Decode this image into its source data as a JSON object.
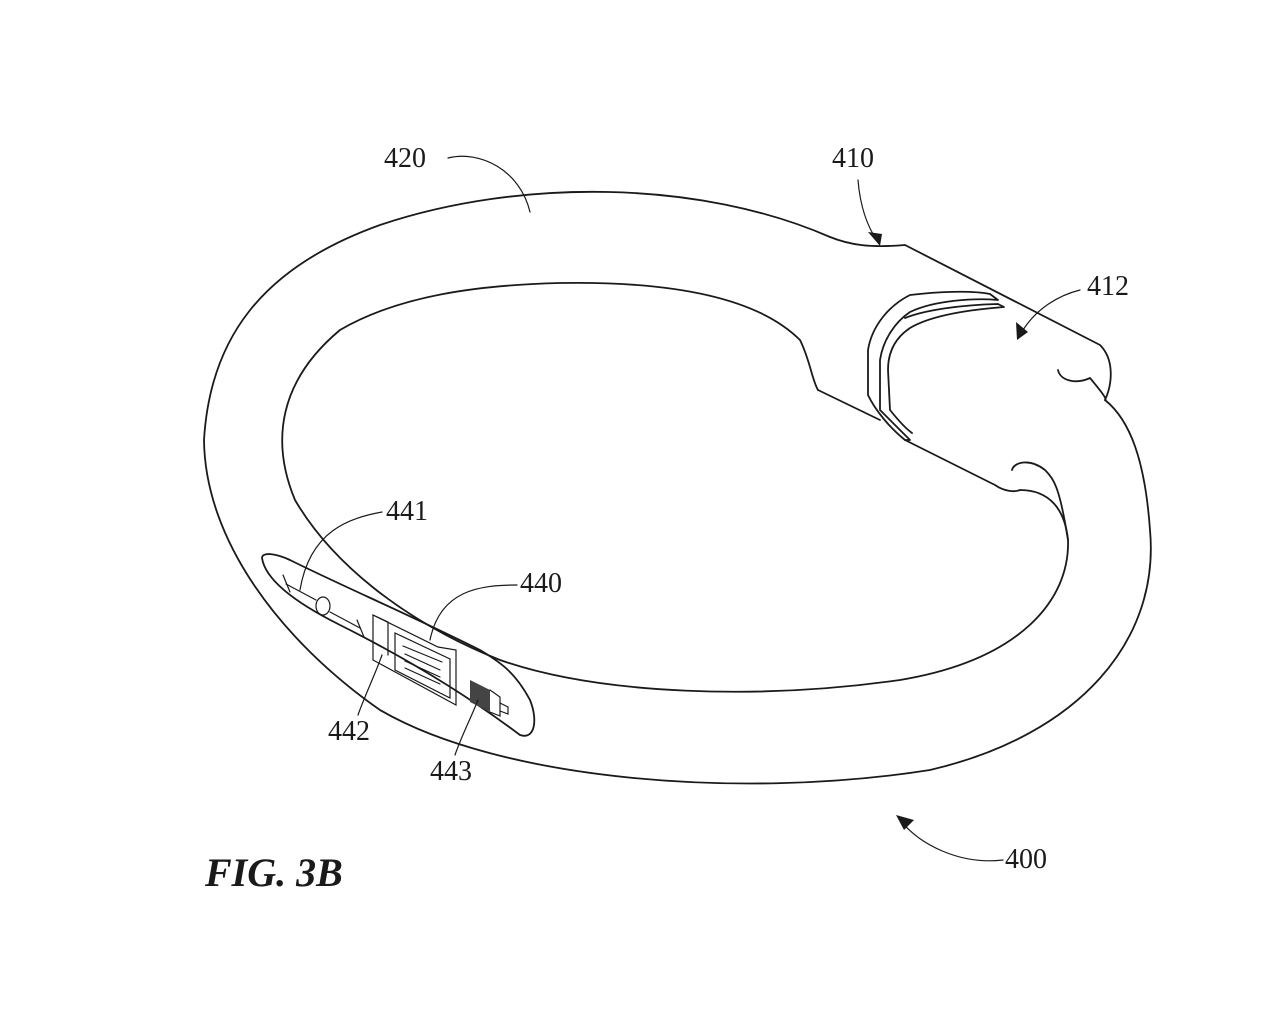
{
  "figure": {
    "caption": "FIG. 3B",
    "reference_numerals": {
      "device": "400",
      "housing_end": "410",
      "end_face": "412",
      "band": "420",
      "panel": "440",
      "control": "441",
      "display": "442",
      "port": "443"
    }
  }
}
